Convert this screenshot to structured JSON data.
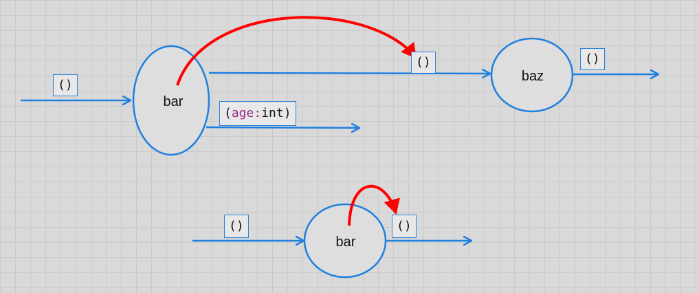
{
  "colors": {
    "edge": "#1e7fe0",
    "node_fill": "#dedede",
    "node_stroke": "#1e7fe0",
    "call_arrow": "#ff0000",
    "field_name": "#9b2a8a"
  },
  "nodes": {
    "bar_top": "bar",
    "baz": "baz",
    "bar_bottom": "bar"
  },
  "type_boxes": {
    "input_top": "()",
    "baz_input": "()",
    "baz_output": "()",
    "record": {
      "open": "(",
      "field": "age",
      "colon": ":",
      "type": "int",
      "close": ")"
    },
    "input_bottom": "()",
    "output_bottom": "()"
  }
}
